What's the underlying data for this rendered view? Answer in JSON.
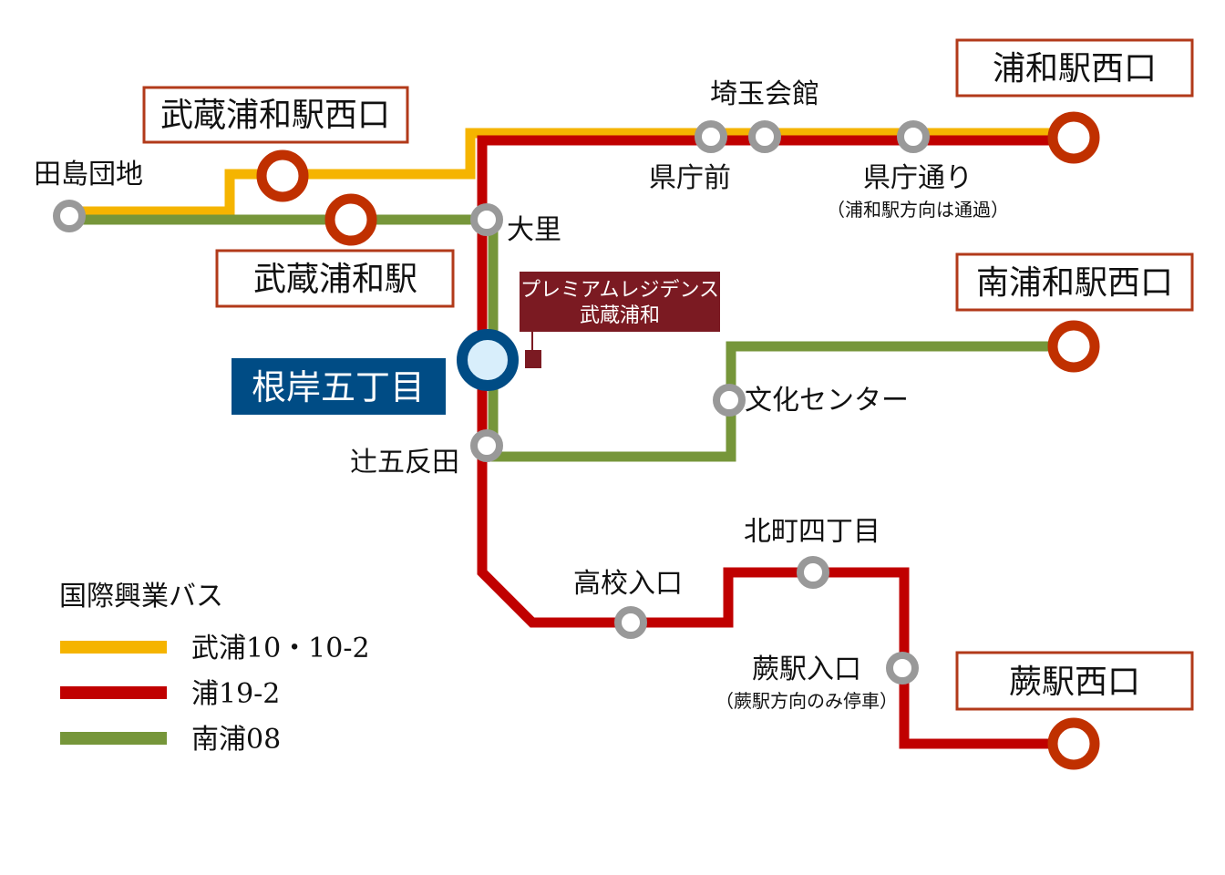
{
  "colors": {
    "yellow_line": "#F5B400",
    "red_line": "#C00000",
    "green_line": "#76963A",
    "terminal_ring": "#C03000",
    "stop_grey": "#999999",
    "box_border": "#B23A1A",
    "hub_blue": "#004C85",
    "residence_red": "#7B1A22"
  },
  "terminals": {
    "musashi_urawa_west": "武蔵浦和駅西口",
    "musashi_urawa": "武蔵浦和駅",
    "urawa_west": "浦和駅西口",
    "minami_urawa_west": "南浦和駅西口",
    "warabi_west": "蕨駅西口"
  },
  "stops": {
    "tajima": "田島団地",
    "osato": "大里",
    "saitama_kaikan": "埼玉会館",
    "kencho_mae": "県庁前",
    "kencho_dori": "県庁通り",
    "kencho_dori_note": "（浦和駅方向は通過）",
    "bunka_center": "文化センター",
    "tsuji_gotanda": "辻五反田",
    "koko_iriguchi": "高校入口",
    "kitamachi": "北町四丁目",
    "warabi_iriguchi": "蕨駅入口",
    "warabi_iriguchi_note": "（蕨駅方向のみ停車）"
  },
  "hub": {
    "label": "根岸五丁目"
  },
  "residence": {
    "line1": "プレミアムレジデンス",
    "line2": "武蔵浦和"
  },
  "legend": {
    "title": "国際興業バス",
    "routes": [
      "武浦10・10-2",
      "浦19-2",
      "南浦08"
    ]
  }
}
